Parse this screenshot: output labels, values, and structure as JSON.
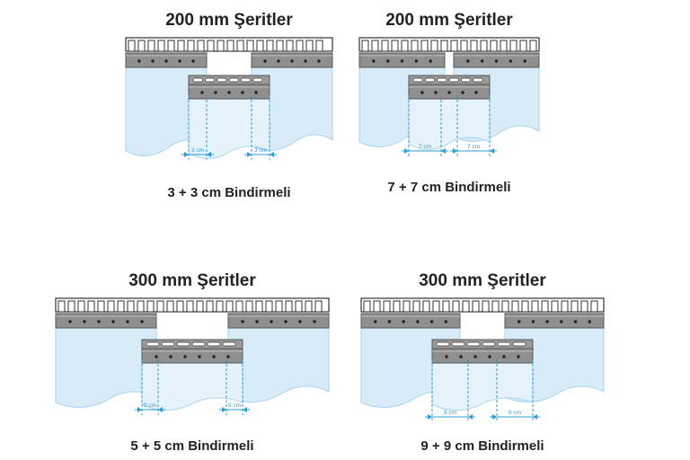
{
  "panels": [
    {
      "title": "200 mm Şeritler",
      "caption": "3 + 3 cm Bindirmeli",
      "dim_label": "3 cm",
      "strip_mm": 200,
      "overlap_cm": 3
    },
    {
      "title": "200 mm Şeritler",
      "caption": "7 + 7 cm Bindirmeli",
      "dim_label": "7 cm",
      "strip_mm": 200,
      "overlap_cm": 7
    },
    {
      "title": "300 mm Şeritler",
      "caption": "5 + 5 cm Bindirmeli",
      "dim_label": "5 cm",
      "strip_mm": 300,
      "overlap_cm": 5
    },
    {
      "title": "300 mm Şeritler",
      "caption": "9 + 9 cm Bindirmeli",
      "dim_label": "9 cm",
      "strip_mm": 300,
      "overlap_cm": 9
    }
  ],
  "colors": {
    "curtain": "#d8ecf8",
    "curtain_edge": "#a9d3ee",
    "plate": "#8f8f8f",
    "plate_dark": "#555555",
    "rail_outline": "#333333",
    "dimension": "#2a9fd6"
  }
}
